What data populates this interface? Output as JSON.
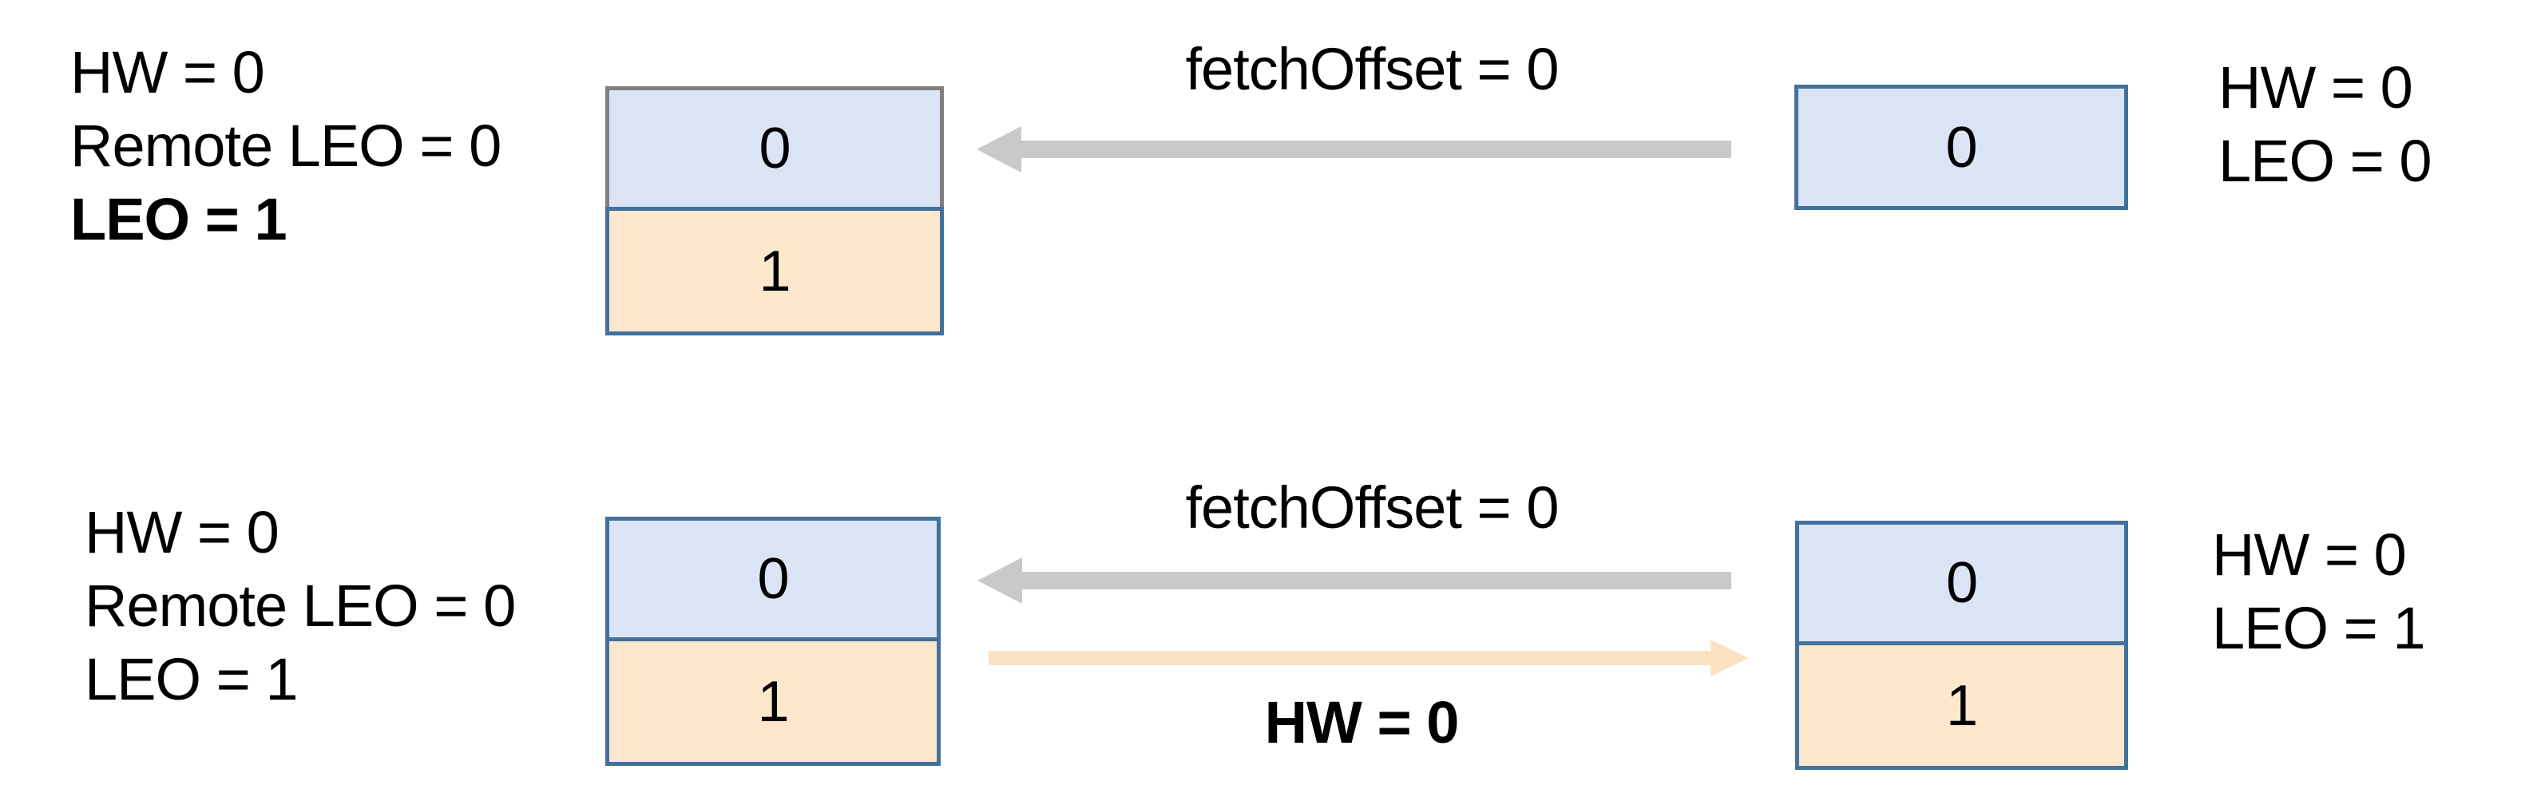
{
  "top": {
    "leader_state": {
      "line1": "HW = 0",
      "line2": "Remote LEO = 0",
      "line3": "LEO = 1"
    },
    "leader_log": {
      "cell0": "0",
      "cell1": "1"
    },
    "fetch_label": "fetchOffset = 0",
    "follower_log": {
      "cell0": "0"
    },
    "follower_state": {
      "line1": "HW = 0",
      "line2": "LEO = 0"
    }
  },
  "bottom": {
    "leader_state": {
      "line1": "HW = 0",
      "line2": "Remote LEO = 0",
      "line3": "LEO = 1"
    },
    "leader_log": {
      "cell0": "0",
      "cell1": "1"
    },
    "fetch_label": "fetchOffset = 0",
    "response_label": "HW = 0",
    "follower_log": {
      "cell0": "0",
      "cell1": "1"
    },
    "follower_state": {
      "line1": "HW = 0",
      "line2": "LEO = 1"
    }
  },
  "colors": {
    "cell_blue_fill": "#dae4f4",
    "cell_orange_fill": "#fde7cd",
    "border_blue": "#41719c",
    "border_gray": "#7f7f7f",
    "arrow_gray": "#c9c9c9",
    "arrow_orange": "#fbe3c2"
  }
}
